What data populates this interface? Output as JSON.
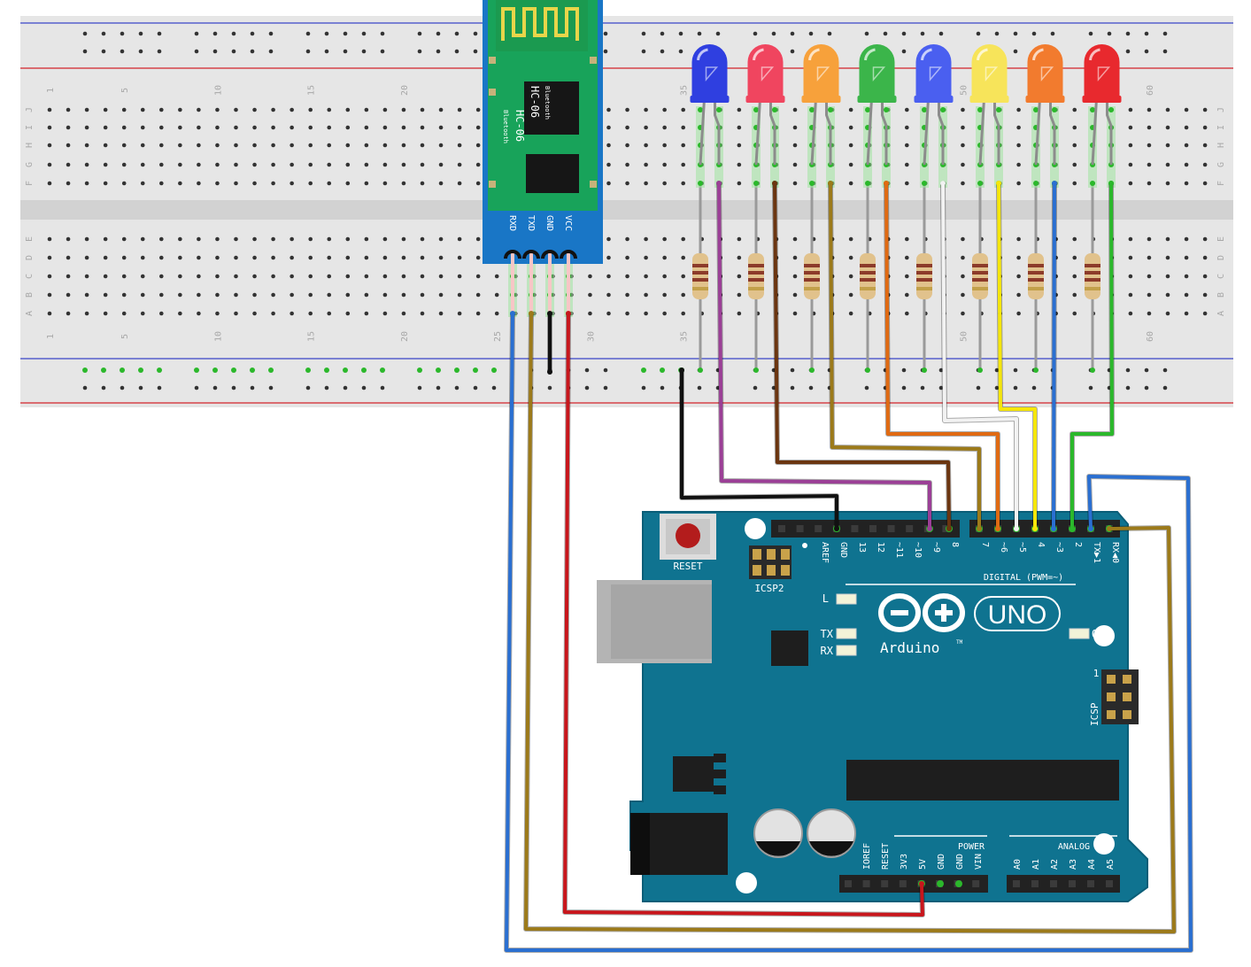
{
  "breadboard": {
    "top_column_numbers": [
      "1",
      "5",
      "10",
      "15",
      "20",
      "35",
      "50",
      "60"
    ],
    "bottom_column_numbers": [
      "1",
      "5",
      "10",
      "15",
      "20",
      "25",
      "30",
      "35",
      "50",
      "60"
    ],
    "row_letters_top": [
      "J",
      "I",
      "H",
      "G",
      "F"
    ],
    "row_letters_bottom": [
      "E",
      "D",
      "C",
      "B",
      "A"
    ]
  },
  "bluetooth_module": {
    "name": "HC-06",
    "subtitle": "Bluetooth",
    "pins": [
      "RXD",
      "TXD",
      "GND",
      "VCC"
    ]
  },
  "leds": [
    {
      "color_name": "blue",
      "color": "#2f3fe0"
    },
    {
      "color_name": "pink",
      "color": "#f0455f"
    },
    {
      "color_name": "orange",
      "color": "#f7a13b"
    },
    {
      "color_name": "green",
      "color": "#3bb54a"
    },
    {
      "color_name": "blue",
      "color": "#4a5ff0"
    },
    {
      "color_name": "yellow",
      "color": "#f7e45a"
    },
    {
      "color_name": "orange",
      "color": "#f27b2e"
    },
    {
      "color_name": "red",
      "color": "#e8292e"
    }
  ],
  "arduino": {
    "reset_label": "RESET",
    "icsp2_label": "ICSP2",
    "icsp_label": "ICSP",
    "icsp_pin1": "1",
    "digital_header_label": "DIGITAL (PWM=~)",
    "digital_pins": [
      "AREF",
      "GND",
      "13",
      "12",
      "~11",
      "~10",
      "~9",
      "8",
      "7",
      "~6",
      "~5",
      "4",
      "~3",
      "2",
      "TX▶1",
      "RX◀0"
    ],
    "led_l": "L",
    "led_tx": "TX",
    "led_rx": "RX",
    "led_on": "ON",
    "logo_text": "Arduino",
    "trademark": "TM",
    "model": "UNO",
    "power_header_label": "POWER",
    "power_pins": [
      "IOREF",
      "RESET",
      "3V3",
      "5V",
      "GND",
      "GND",
      "VIN"
    ],
    "analog_header_label": "ANALOG IN",
    "analog_pins": [
      "A0",
      "A1",
      "A2",
      "A3",
      "A4",
      "A5"
    ]
  },
  "wire_colors": {
    "blue": "#2a6fd1",
    "olive": "#9c7a1a",
    "red": "#c8161c",
    "black": "#111111",
    "purple": "#9b3f96",
    "brown": "#6b3510",
    "orange": "#e06a12",
    "white": "#f2f2f2",
    "yellow": "#f5e60a",
    "green": "#2bb82b"
  }
}
